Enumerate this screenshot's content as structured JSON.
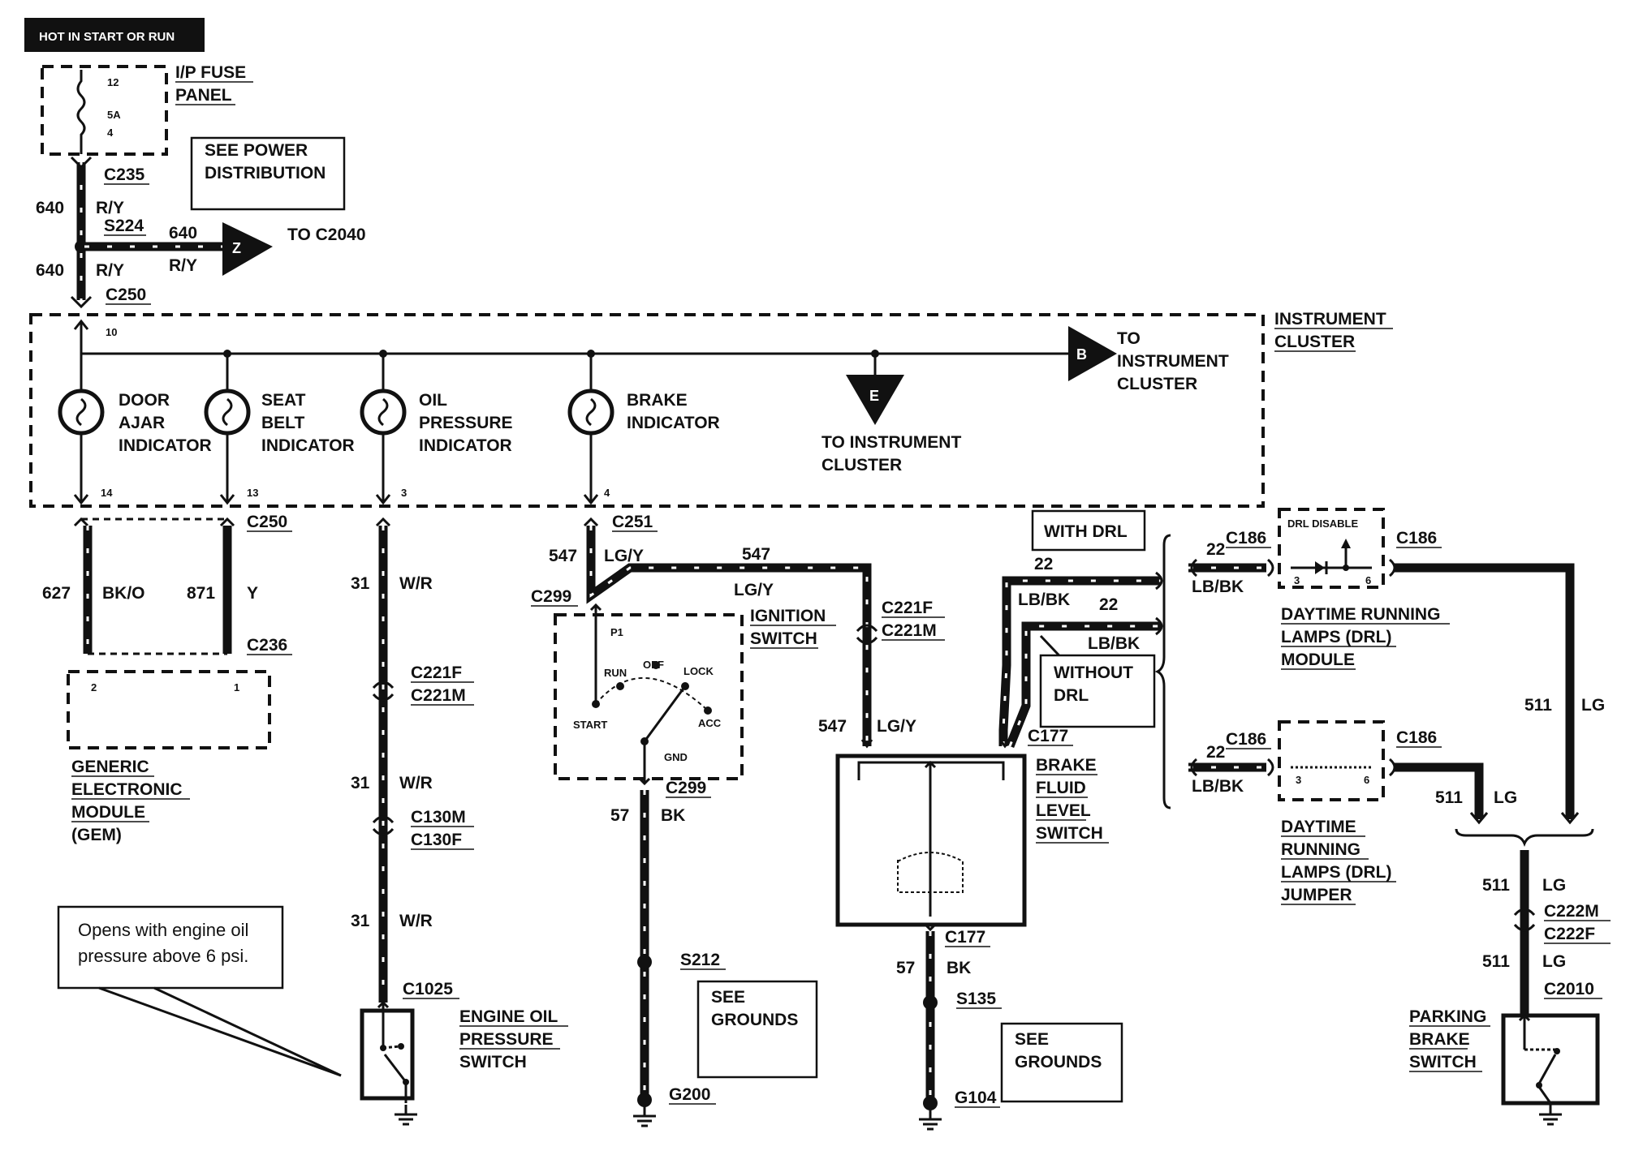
{
  "header": {
    "hot_label": "HOT IN START OR RUN"
  },
  "fuse_panel": {
    "label_line1": "I/P FUSE",
    "label_line2": "PANEL",
    "fuse_number": "12",
    "fuse_rating": "5A",
    "pin": "4"
  },
  "power_note": {
    "line1": "SEE POWER",
    "line2": "DISTRIBUTION"
  },
  "top_wiring": {
    "c235": "C235",
    "circuit_640_a": "640",
    "ry_a": "R/Y",
    "s224": "S224",
    "circuit_640_b": "640",
    "ry_b": "R/Y",
    "circuit_640_c": "640",
    "ry_c": "R/Y",
    "c250_top": "C250",
    "z_marker": "Z",
    "to_c2040": "TO C2040"
  },
  "instrument_cluster": {
    "label_line1": "INSTRUMENT",
    "label_line2": "CLUSTER",
    "pin_10": "10",
    "door_ajar": [
      "DOOR",
      "AJAR",
      "INDICATOR"
    ],
    "seat_belt": [
      "SEAT",
      "BELT",
      "INDICATOR"
    ],
    "oil_pressure": [
      "OIL",
      "PRESSURE",
      "INDICATOR"
    ],
    "brake": [
      "BRAKE",
      "INDICATOR"
    ],
    "pin_14": "14",
    "pin_13": "13",
    "pin_3": "3",
    "pin_4": "4",
    "e_marker": "E",
    "to_ic_e": [
      "TO INSTRUMENT",
      "CLUSTER"
    ],
    "b_marker": "B",
    "to_ic_b": [
      "TO",
      "INSTRUMENT",
      "CLUSTER"
    ]
  },
  "gem_section": {
    "c250": "C250",
    "circuit_627": "627",
    "bk_o": "BK/O",
    "circuit_871": "871",
    "y": "Y",
    "c236": "C236",
    "pin_2": "2",
    "pin_1": "1",
    "module_label": [
      "GENERIC",
      "ELECTRONIC",
      "MODULE",
      "(GEM)"
    ]
  },
  "oil_section": {
    "circuit_31_a": "31",
    "wr_a": "W/R",
    "c221f": "C221F",
    "c221m": "C221M",
    "circuit_31_b": "31",
    "wr_b": "W/R",
    "c130m": "C130M",
    "c130f": "C130F",
    "circuit_31_c": "31",
    "wr_c": "W/R",
    "c1025": "C1025",
    "switch_label": [
      "ENGINE OIL",
      "PRESSURE",
      "SWITCH"
    ],
    "note": [
      "Opens with engine oil",
      "pressure above 6 psi."
    ]
  },
  "ignition_section": {
    "c251": "C251",
    "circuit_547_a": "547",
    "lgy_a": "LG/Y",
    "c299_top": "C299",
    "circuit_547_b": "547",
    "lgy_b": "LG/Y",
    "p1": "P1",
    "switch_label": [
      "IGNITION",
      "SWITCH"
    ],
    "positions": {
      "run": "RUN",
      "off": "OFF",
      "lock": "LOCK",
      "start": "START",
      "acc": "ACC",
      "gnd": "GND"
    },
    "c299_bottom": "C299",
    "circuit_57": "57",
    "bk": "BK",
    "s212": "S212",
    "g200": "G200",
    "grounds_note": [
      "SEE",
      "GROUNDS"
    ]
  },
  "brake_section": {
    "c221f": "C221F",
    "c221m": "C221M",
    "circuit_547": "547",
    "lgy": "LG/Y",
    "c177_top": "C177",
    "switch_label": [
      "BRAKE",
      "FLUID",
      "LEVEL",
      "SWITCH"
    ],
    "c177_bottom": "C177",
    "circuit_57": "57",
    "bk": "BK",
    "s135": "S135",
    "g104": "G104",
    "grounds_note": [
      "SEE",
      "GROUNDS"
    ],
    "with_drl": "WITH DRL",
    "circuit_22_a": "22",
    "lbbk_a": "LB/BK",
    "circuit_22_b": "22",
    "lbbk_b": "LB/BK",
    "without_drl": [
      "WITHOUT",
      "DRL"
    ]
  },
  "drl_section": {
    "circuit_22_top": "22",
    "c186_a": "C186",
    "lbbk_top": "LB/BK",
    "drl_disable": "DRL DISABLE",
    "pin_3_a": "3",
    "pin_6_a": "6",
    "c186_b": "C186",
    "module_label": [
      "DAYTIME RUNNING",
      "LAMPS (DRL)",
      "MODULE"
    ],
    "circuit_22_bot": "22",
    "c186_c": "C186",
    "lbbk_bot": "LB/BK",
    "pin_3_b": "3",
    "pin_6_b": "6",
    "c186_d": "C186",
    "jumper_label": [
      "DAYTIME",
      "RUNNING",
      "LAMPS (DRL)",
      "JUMPER"
    ],
    "circuit_511_a": "511",
    "lg_a": "LG",
    "circuit_511_b": "511",
    "lg_b": "LG"
  },
  "parking_section": {
    "circuit_511_c": "511",
    "lg_c": "LG",
    "c222m": "C222M",
    "c222f": "C222F",
    "circuit_511_d": "511",
    "lg_d": "LG",
    "c2010": "C2010",
    "switch_label": [
      "PARKING",
      "BRAKE",
      "SWITCH"
    ]
  }
}
